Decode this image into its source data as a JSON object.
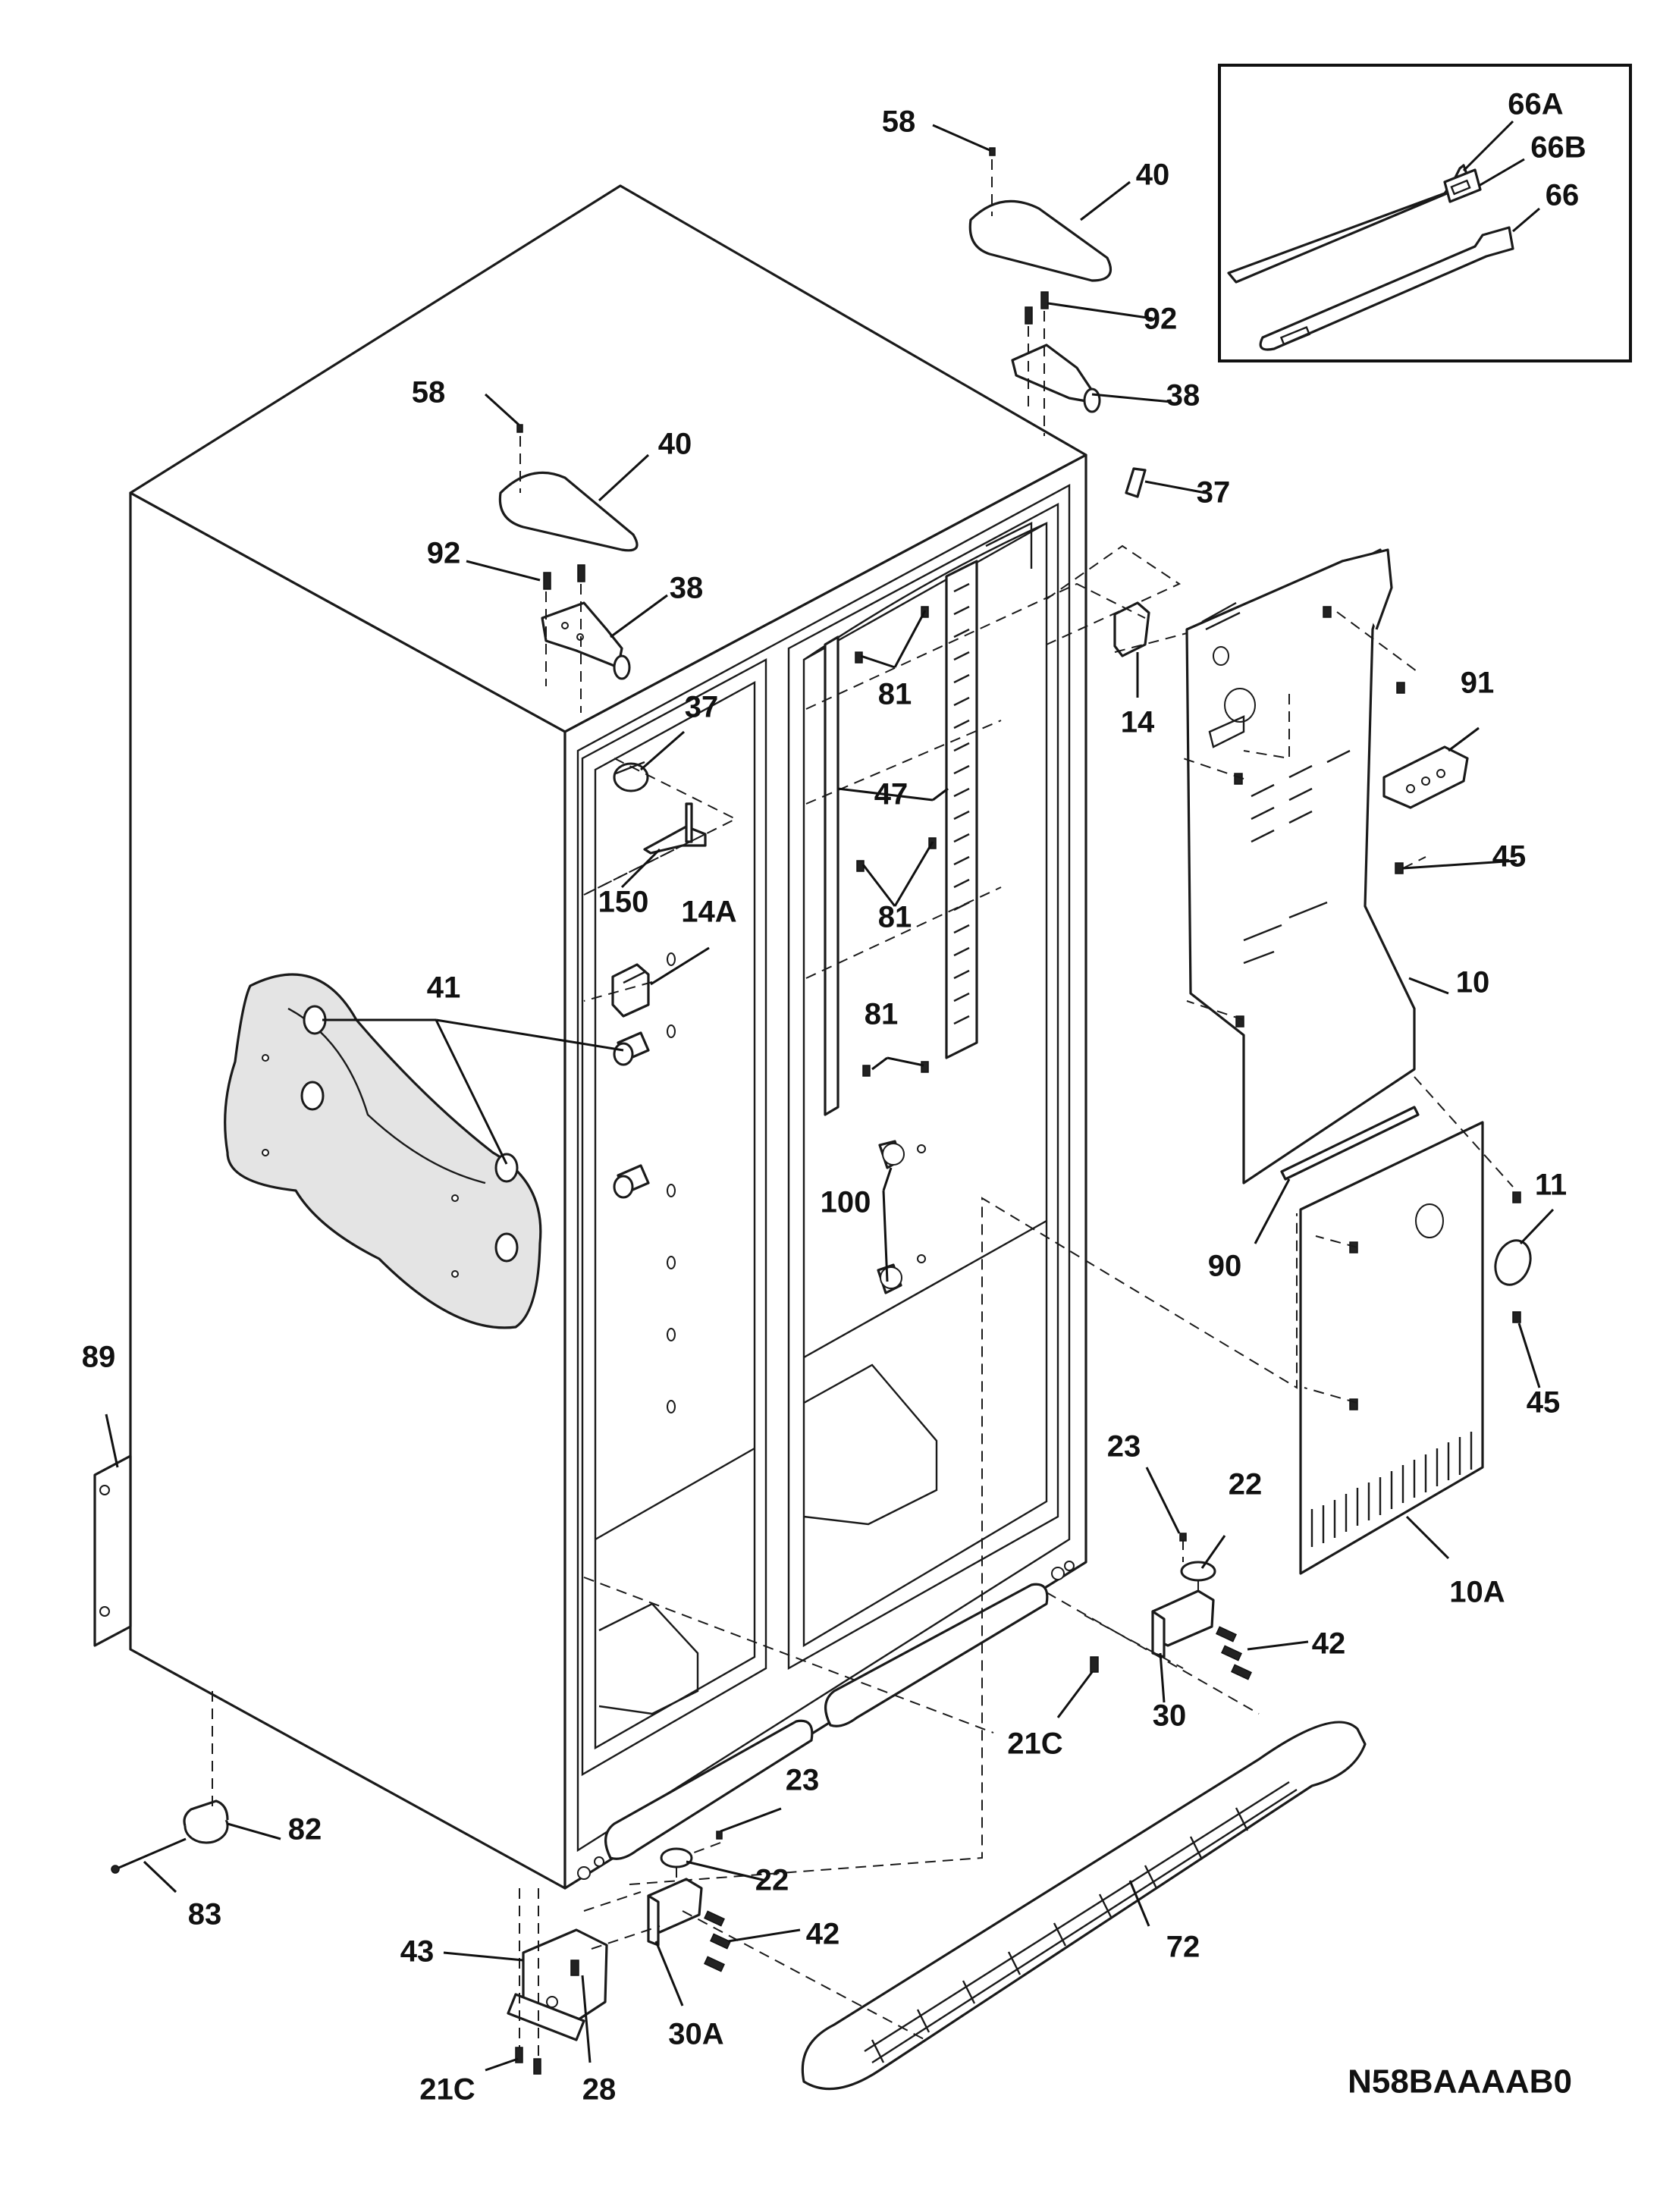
{
  "diagram_code": "N58BAAAAB0",
  "labels": {
    "l58a": "58",
    "l40a": "40",
    "l92a": "92",
    "l38a": "38",
    "l58b": "58",
    "l40b": "40",
    "l92b": "92",
    "l38b": "38",
    "l37a": "37",
    "l37b": "37",
    "l14": "14",
    "l81a": "81",
    "l47": "47",
    "l81b": "81",
    "l81c": "81",
    "l150": "150",
    "l14a": "14A",
    "l41": "41",
    "l91": "91",
    "l45a": "45",
    "l10": "10",
    "l11": "11",
    "l90": "90",
    "l45b": "45",
    "l100": "100",
    "l89": "89",
    "l23a": "23",
    "l22a": "22",
    "l42a": "42",
    "l30": "30",
    "l21ca": "21C",
    "l10a": "10A",
    "l23b": "23",
    "l22b": "22",
    "l42b": "42",
    "l30a": "30A",
    "l72": "72",
    "l82": "82",
    "l83": "83",
    "l43": "43",
    "l21cb": "21C",
    "l28": "28"
  },
  "inset": {
    "l66a": "66A",
    "l66b": "66B",
    "l66": "66"
  }
}
